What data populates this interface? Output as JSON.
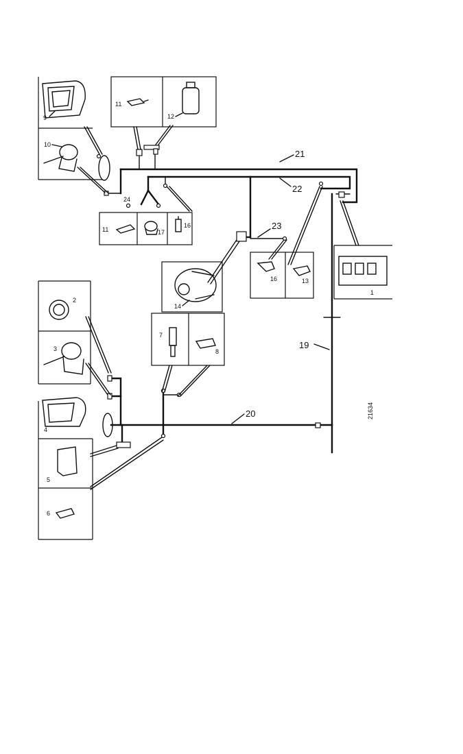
{
  "figure_id": "21634",
  "harness_labels": {
    "h19": "19",
    "h20": "20",
    "h21": "21",
    "h22": "22",
    "h23": "23",
    "h24": "24"
  },
  "component_labels": {
    "c1": "1",
    "c2": "2",
    "c3": "3",
    "c4": "4",
    "c5": "5",
    "c6": "6",
    "c7": "7",
    "c8": "8",
    "c9": "9",
    "c10": "10",
    "c11a": "11",
    "c12": "12",
    "c11b": "11",
    "c17": "17",
    "c16a": "16",
    "c14": "14",
    "c16b": "16",
    "c13": "13"
  }
}
